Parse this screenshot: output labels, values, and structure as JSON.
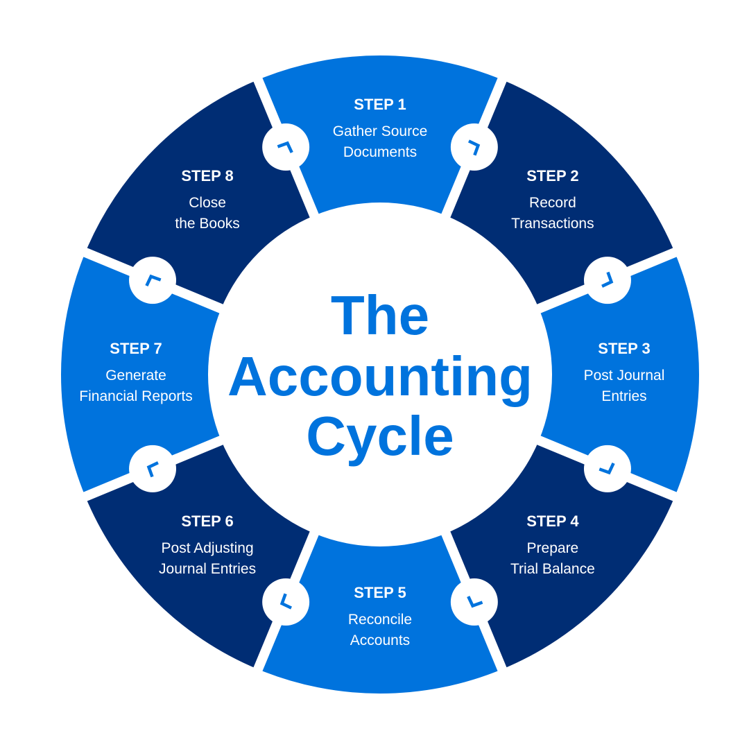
{
  "title": {
    "lines": [
      "The",
      "Accounting",
      "Cycle"
    ]
  },
  "colors": {
    "light": "#0073dd",
    "dark": "#002d74",
    "gap": "#ffffff",
    "arrow": "#0073dd"
  },
  "steps": [
    {
      "label": "STEP 1",
      "lines": [
        "Gather Source",
        "Documents"
      ],
      "shade": "light"
    },
    {
      "label": "STEP 2",
      "lines": [
        "Record",
        "Transactions"
      ],
      "shade": "dark"
    },
    {
      "label": "STEP 3",
      "lines": [
        "Post Journal",
        "Entries"
      ],
      "shade": "light"
    },
    {
      "label": "STEP 4",
      "lines": [
        "Prepare",
        "Trial Balance"
      ],
      "shade": "dark"
    },
    {
      "label": "STEP 5",
      "lines": [
        "Reconcile",
        "Accounts"
      ],
      "shade": "light"
    },
    {
      "label": "STEP 6",
      "lines": [
        "Post Adjusting",
        "Journal Entries"
      ],
      "shade": "dark"
    },
    {
      "label": "STEP 7",
      "lines": [
        "Generate",
        "Financial Reports"
      ],
      "shade": "light"
    },
    {
      "label": "STEP 8",
      "lines": [
        "Close",
        "the Books"
      ],
      "shade": "dark"
    }
  ],
  "connector_icon": "chevron-arrow-icon"
}
